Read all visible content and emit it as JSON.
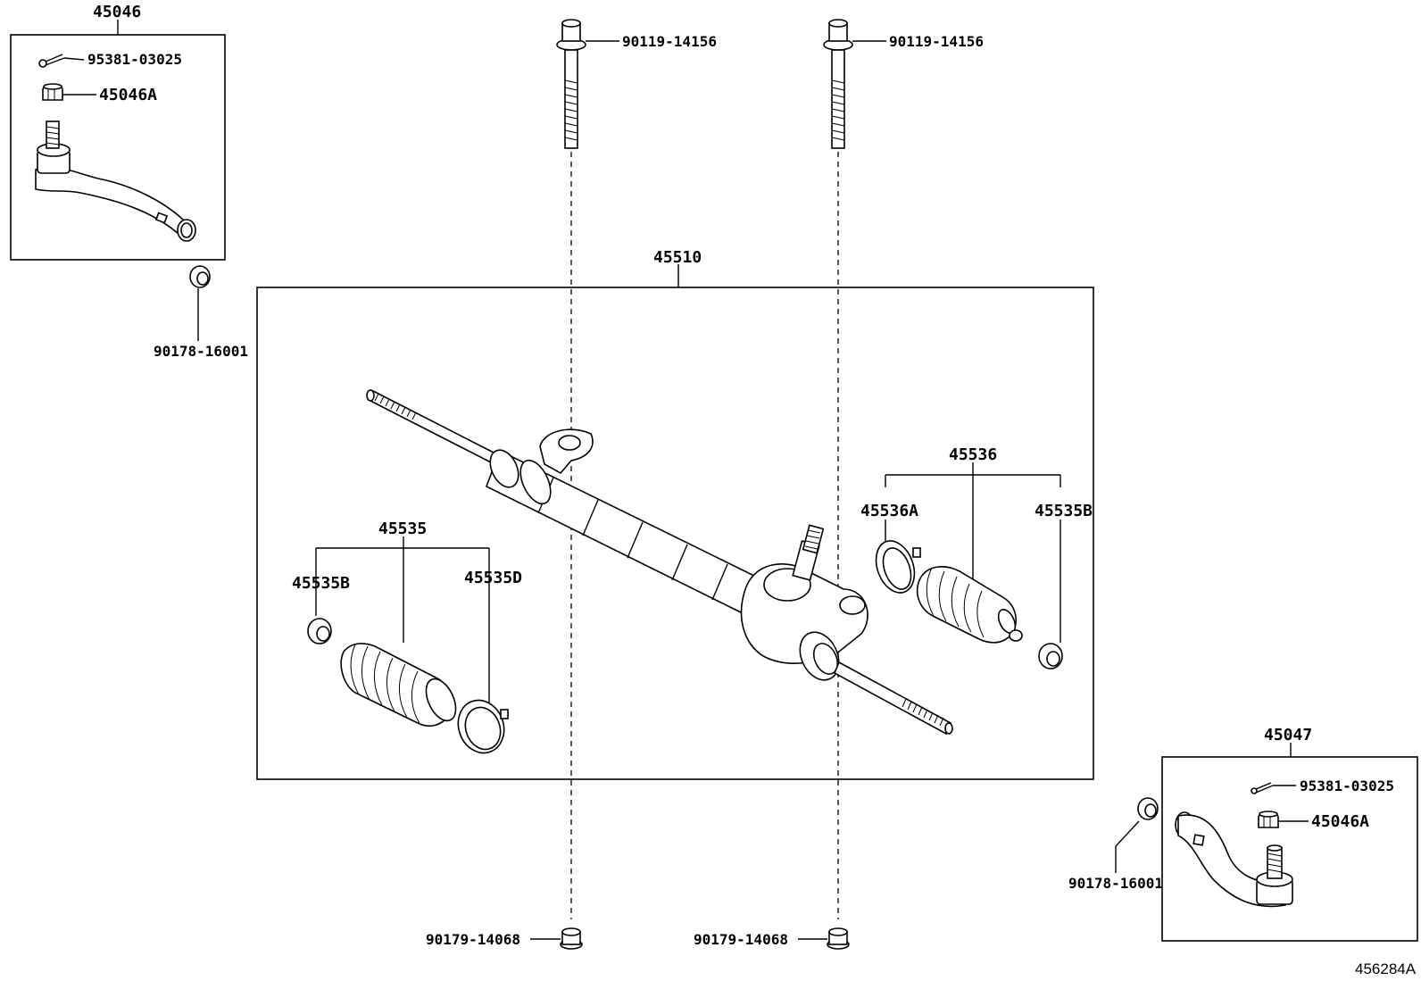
{
  "labels": {
    "tie_rod_end_lh": "45046",
    "cotter_pin_top": "95381-03025",
    "nut_top": "45046A",
    "clip_left": "90178-16001",
    "bolt_left": "90119-14156",
    "bolt_right": "90119-14156",
    "gear_assy": "45510",
    "boot_assy_left": "45535",
    "clamp_left_small": "45535B",
    "clamp_left_large": "45535D",
    "boot_assy_right": "45536",
    "clamp_right_large": "45536A",
    "clamp_right_small": "45535B",
    "tie_rod_end_rh": "45047",
    "cotter_pin_bottom": "95381-03025",
    "nut_bottom": "45046A",
    "clip_right": "90178-16001",
    "nut_bolt_left": "90179-14068",
    "nut_bolt_right": "90179-14068",
    "diagram_ref": "456284A"
  }
}
